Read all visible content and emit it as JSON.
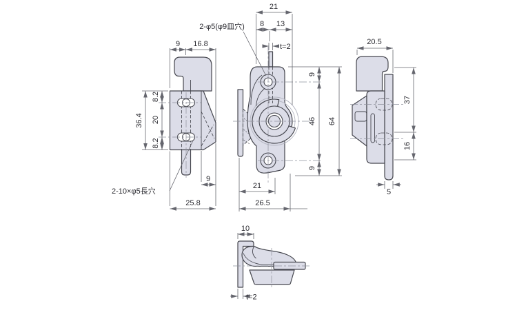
{
  "drawing_type": "technical-orthographic-drawing",
  "colors": {
    "part_fill": "#dcdde8",
    "outline": "#45464e",
    "dim_line": "#65666e",
    "center_line": "#8f919c",
    "phantom": "#b4b6c2",
    "text": "#2a2a30",
    "background": "#ffffff"
  },
  "views": {
    "left": {
      "note": "2-10×φ5長穴",
      "dims": {
        "top9": "9",
        "top168": "16.8",
        "w364": "36.4",
        "s82a": "8.2",
        "s20": "20",
        "s82b": "8.2",
        "b9": "9",
        "b258": "25.8"
      }
    },
    "front": {
      "note": "2-φ5(φ9皿穴)",
      "dims": {
        "t21": "21",
        "t8": "8",
        "t13": "13",
        "t2": "t=2",
        "r9a": "9",
        "r46": "46",
        "r9b": "9",
        "r64": "64",
        "b21": "21",
        "b265": "26.5"
      }
    },
    "right": {
      "dims": {
        "t205": "20.5",
        "r37": "37",
        "r16": "16",
        "b5": "5"
      }
    },
    "bottom": {
      "dims": {
        "t10": "10",
        "t2": "t=2"
      }
    }
  }
}
